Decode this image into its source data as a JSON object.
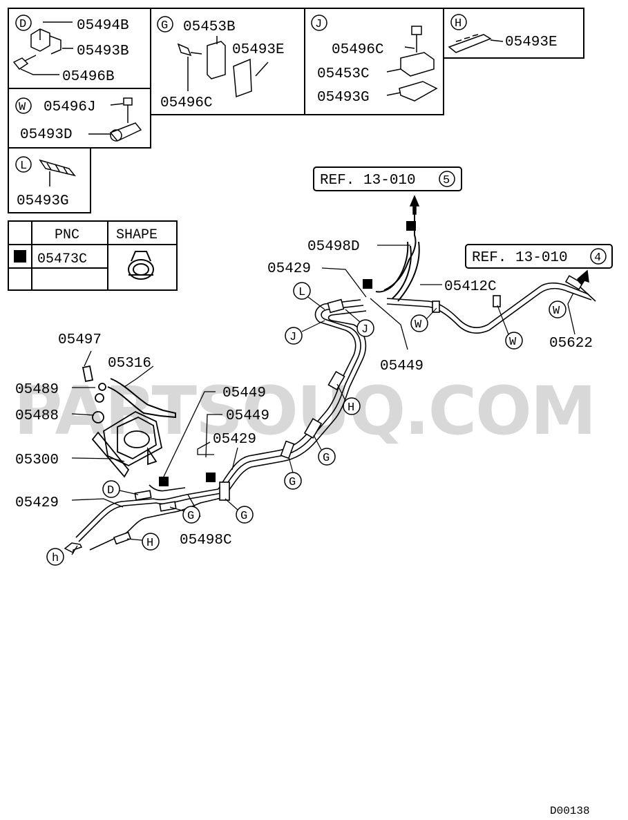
{
  "watermark": "PARTSOUQ.COM",
  "diagram_code": "D00138",
  "detail_boxes": {
    "D": {
      "letter": "D",
      "parts": [
        "05494B",
        "05493B",
        "05496B"
      ]
    },
    "G": {
      "letter": "G",
      "parts": [
        "05453B",
        "05493E",
        "05496C"
      ]
    },
    "J": {
      "letter": "J",
      "parts": [
        "05496C",
        "05453C",
        "05493G"
      ]
    },
    "H": {
      "letter": "H",
      "parts": [
        "05493E"
      ]
    },
    "W": {
      "letter": "W",
      "parts": [
        "05496J",
        "05493D"
      ]
    },
    "L": {
      "letter": "L",
      "parts": [
        "05493G"
      ]
    }
  },
  "legend": {
    "header_pnc": "PNC",
    "header_shape": "SHAPE",
    "row_pnc": "05473C"
  },
  "refs": {
    "ref5": {
      "text": "REF. 13-010",
      "num": "5"
    },
    "ref4": {
      "text": "REF. 13-010",
      "num": "4"
    }
  },
  "callouts": {
    "p05498D": "05498D",
    "p05429_top": "05429",
    "p05412C": "05412C",
    "p05449_right": "05449",
    "p05622": "05622",
    "p05497": "05497",
    "p05316": "05316",
    "p05489": "05489",
    "p05488": "05488",
    "p05300": "05300",
    "p05449_a": "05449",
    "p05449_b": "05449",
    "p05429_mid": "05429",
    "p05429_left": "05429",
    "p05498C": "05498C"
  },
  "markers": {
    "L": "L",
    "J1": "J",
    "J2": "J",
    "W1": "W",
    "W2": "W",
    "W3": "W",
    "H1": "H",
    "H2": "H",
    "G1": "G",
    "G2": "G",
    "G3": "G",
    "G4": "G",
    "D": "D",
    "h": "h"
  }
}
